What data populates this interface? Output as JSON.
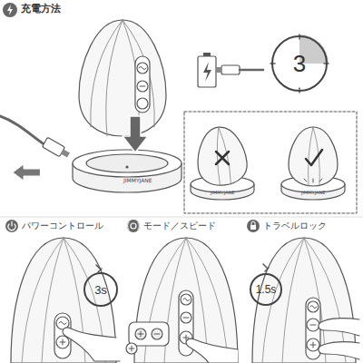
{
  "diagram": {
    "title": "充電方法",
    "nodes": [
      {
        "text": [
          "3"
        ]
      },
      {
        "text": [
          "3s"
        ]
      },
      {
        "text": [
          "1.5s"
        ]
      }
    ],
    "labels": [
      "JIMMYJANE",
      "JIMMYJANE",
      "JIMMYJANE",
      "パワーコントロール",
      "モード／スピード",
      "トラベルロック"
    ]
  }
}
